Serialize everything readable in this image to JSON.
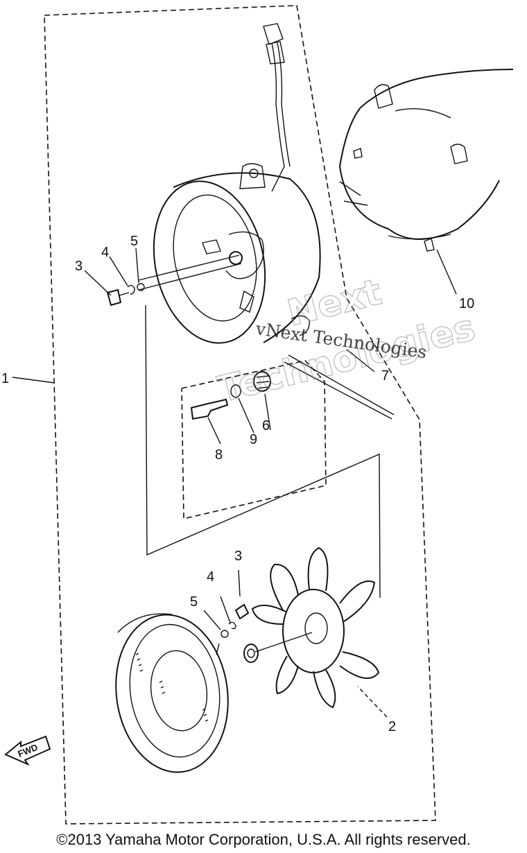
{
  "callouts": {
    "c1": "1",
    "c2": "2",
    "c3a": "3",
    "c4a": "4",
    "c5a": "5",
    "c3b": "3",
    "c4b": "4",
    "c5b": "5",
    "c6": "6",
    "c7": "7",
    "c8": "8",
    "c9": "9",
    "c10": "10"
  },
  "watermark": {
    "line1": "Next",
    "line2": "Technologies",
    "small": "vNext Technologies"
  },
  "fwd_badge": "FWD",
  "copyright": "©2013 Yamaha Motor Corporation, U.S.A. All rights reserved."
}
